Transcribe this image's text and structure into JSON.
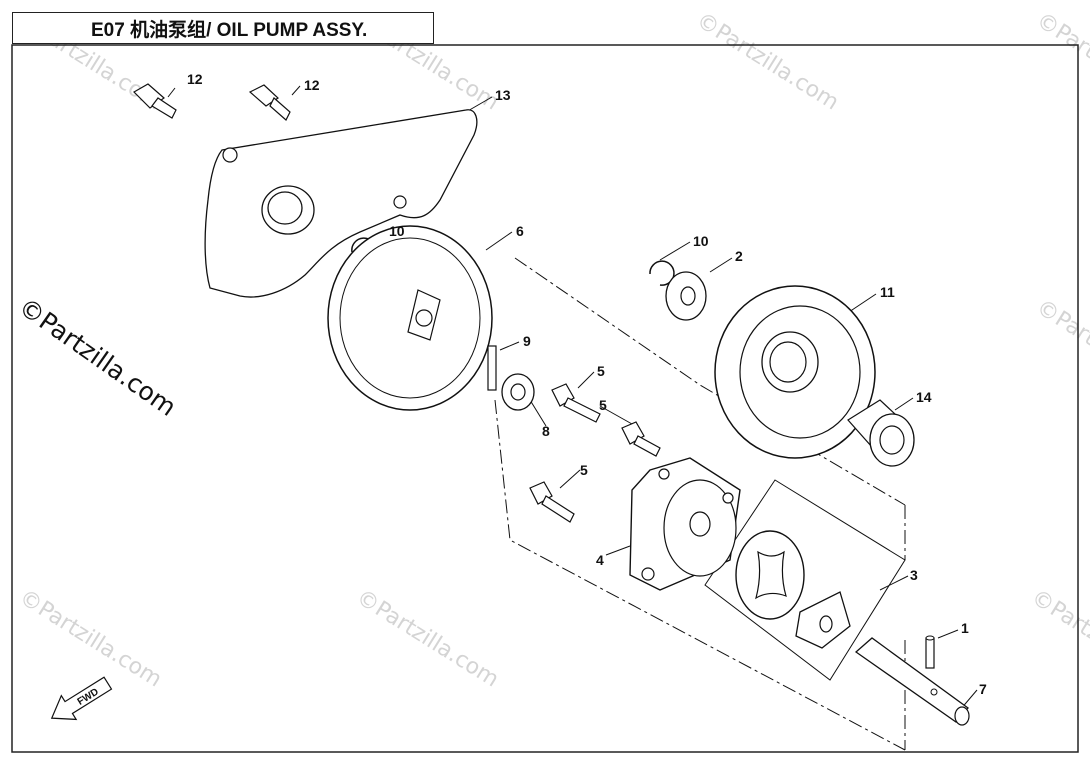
{
  "header": {
    "title": "E07  机油泵组/ OIL PUMP ASSY."
  },
  "watermarks": {
    "small": "©Partzilla.com",
    "main": "©Partzilla.com"
  },
  "fwd_label": "FWD",
  "callouts": [
    "12",
    "12",
    "13",
    "10",
    "6",
    "10",
    "2",
    "11",
    "9",
    "5",
    "5",
    "8",
    "14",
    "5",
    "4",
    "3",
    "1",
    "7"
  ],
  "colors": {
    "line": "#111111",
    "watermark": "#d4d4d4",
    "background": "#ffffff"
  }
}
